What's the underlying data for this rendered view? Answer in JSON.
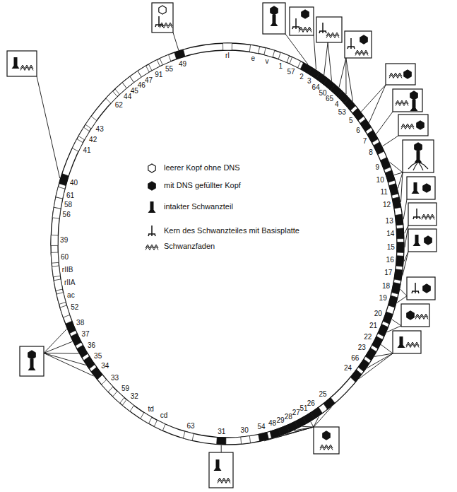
{
  "diagram": {
    "labels": [
      "rI",
      "e",
      "v",
      "1",
      "57",
      "2",
      "3",
      "64",
      "50",
      "65",
      "4",
      "53",
      "5",
      "6",
      "7",
      "8",
      "9",
      "10",
      "11",
      "12",
      "13",
      "14",
      "15",
      "16",
      "17",
      "18",
      "19",
      "20",
      "21",
      "22",
      "23",
      "66",
      "24",
      "25",
      "26",
      "51",
      "27",
      "28",
      "29",
      "48",
      "54",
      "30",
      "31",
      "63",
      "cd",
      "td",
      "32",
      "59",
      "33",
      "34",
      "35",
      "36",
      "37",
      "38",
      "52",
      "ac",
      "rIIA",
      "rIIB",
      "60",
      "39",
      "56",
      "58",
      "61",
      "40",
      "41",
      "42",
      "43",
      "62",
      "44",
      "45",
      "46",
      "47",
      "91",
      "55",
      "49"
    ],
    "legend": [
      {
        "text": "leerer Kopf ohne DNS"
      },
      {
        "text": "mit DNS gefüllter Kopf"
      },
      {
        "text": "intakter Schwanzteil"
      },
      {
        "text": "Kern des Schwanzteiles mit Basisplatte"
      },
      {
        "text": "Schwanzfaden"
      }
    ]
  }
}
